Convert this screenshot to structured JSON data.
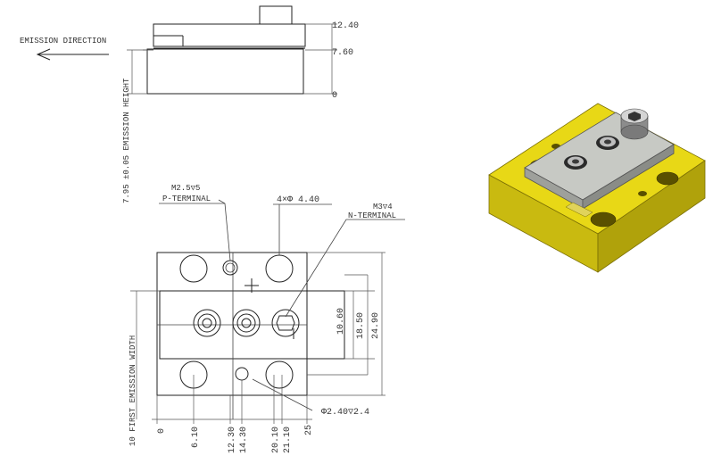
{
  "side_view": {
    "emission_direction": "EMISSION DIRECTION",
    "height_top": "12.40",
    "height_mid": "7.60",
    "height_zero": "0",
    "emission_height": "7.95 ±0.05 EMISSION HEIGHT"
  },
  "top_view": {
    "p_thread": "M2.5▽5",
    "p_terminal": "P-TERMINAL",
    "hole_callout": "4×Φ 4.40",
    "n_thread": "M3▽4",
    "n_terminal": "N-TERMINAL",
    "dim_10_60": "10.60",
    "dim_18_50": "18.50",
    "dim_24_90": "24.90",
    "first_emission": "10 FIRST EMISSION WIDTH",
    "pin_hole": "Φ2.40▽2.4",
    "x_0": "0",
    "x_6_10": "6.10",
    "x_12_30": "12.30",
    "x_14_30": "14.30",
    "x_20_10": "20.10",
    "x_21_10": "21.10",
    "x_25": "25"
  },
  "colors": {
    "body_yellow": "#e8d816",
    "body_shadow": "#b8a90c",
    "plate_grey": "#c7c9c4"
  }
}
